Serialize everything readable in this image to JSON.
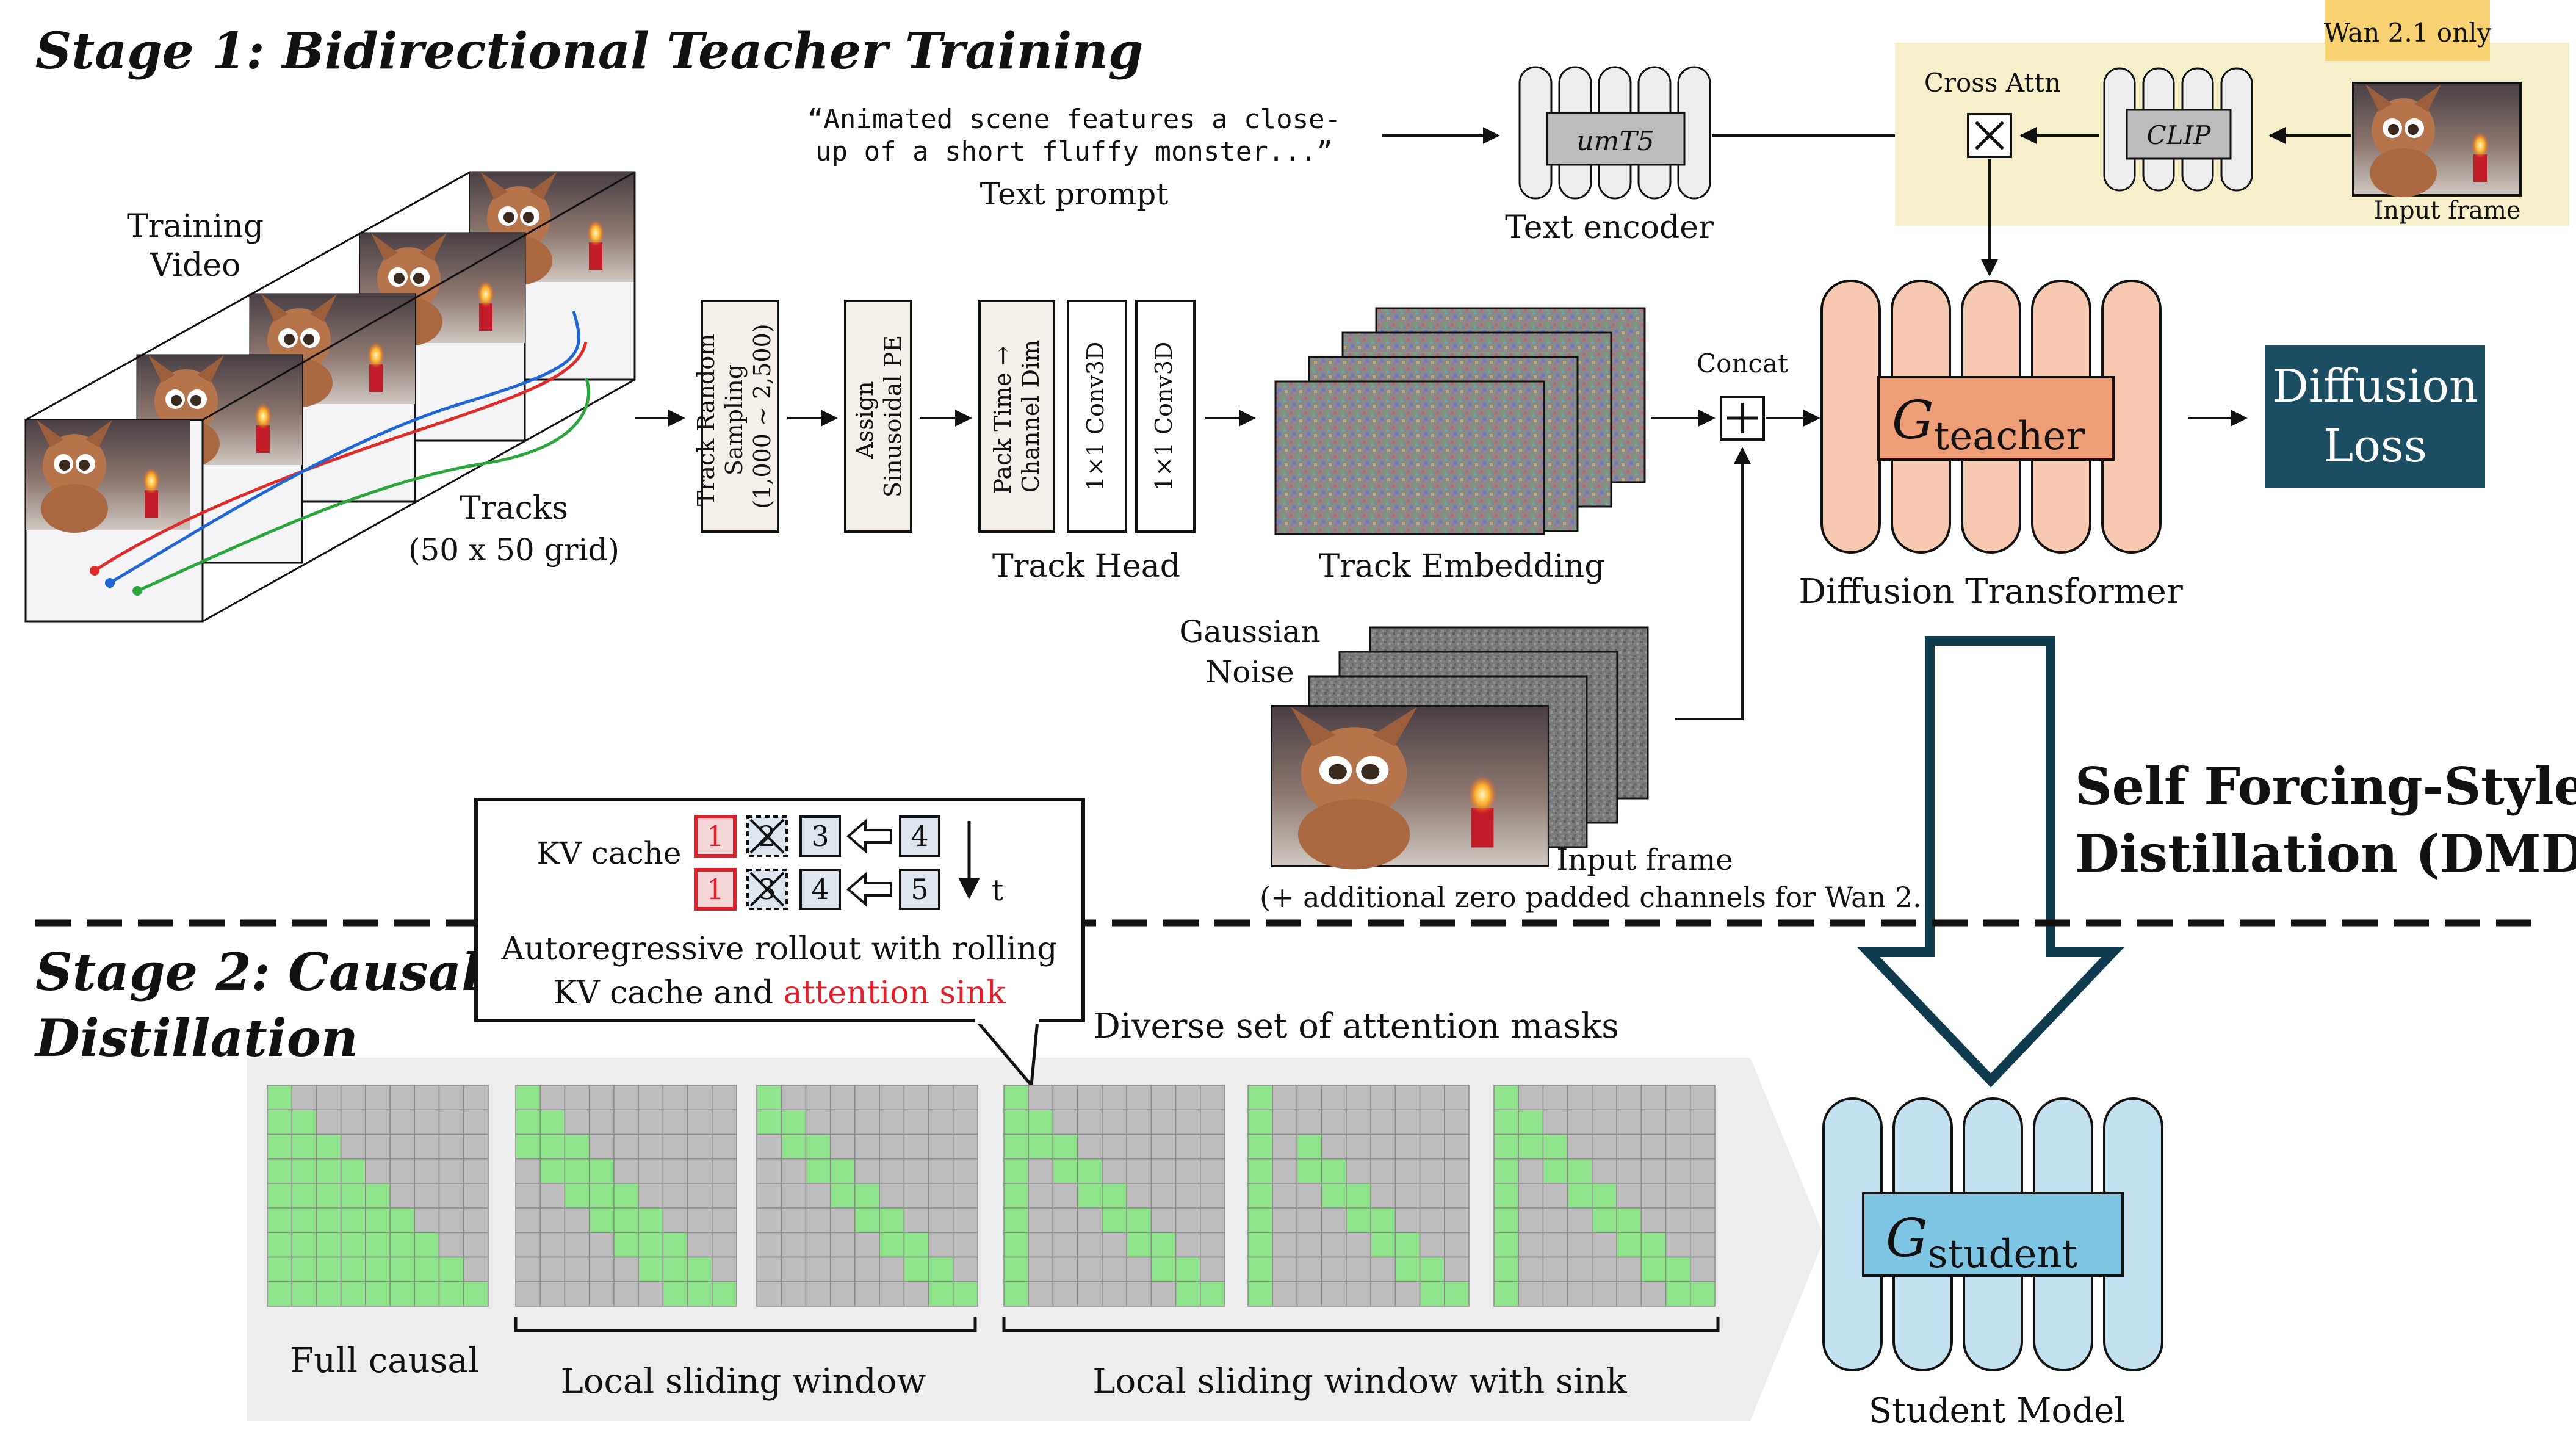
{
  "stage1": {
    "title": "Stage 1: Bidirectional Teacher Training",
    "training_video_label_line1": "Training",
    "training_video_label_line2": "Video",
    "tracks_label_line1": "Tracks",
    "tracks_label_line2": "(50 x 50 grid)",
    "prompt_line1": "“Animated scene features a close-",
    "prompt_line2": "up of a short fluffy monster...”",
    "prompt_caption": "Text prompt",
    "text_encoder_inner": "umT5",
    "text_encoder_caption": "Text encoder",
    "cross_attn_label": "Cross Attn",
    "clip_inner": "CLIP",
    "wan_badge": "Wan 2.1 only",
    "input_frame_small_caption": "Input frame",
    "track_head": {
      "sampling_line1": "Track Random",
      "sampling_line2": "Sampling",
      "sampling_line3": "(1,000 ~ 2,500)",
      "assign_line1": "Assign",
      "assign_line2": "Sinusoidal PE",
      "pack_line1": "Pack Time →",
      "pack_line2": "Channel Dim",
      "conv1": "1×1 Conv3D",
      "conv2": "1×1 Conv3D",
      "caption": "Track Head"
    },
    "track_embedding_caption": "Track Embedding",
    "concat_label": "Concat",
    "gaussian_noise_line1": "Gaussian",
    "gaussian_noise_line2": "Noise",
    "input_frame_caption": "Input frame",
    "input_frame_note": "(+ additional zero padded channels for Wan 2.1)",
    "teacher_base": "G",
    "teacher_sub": "teacher",
    "dit_caption": "Diffusion Transformer",
    "loss_line1": "Diffusion",
    "loss_line2": "Loss"
  },
  "distill": {
    "line1": "Self Forcing-Style",
    "line2": "Distillation (DMD)"
  },
  "stage2": {
    "title_line1": "Stage 2: Causal",
    "title_line2": "Distillation",
    "kv_label": "KV cache",
    "kv_row1": [
      "1",
      "2",
      "3",
      "4"
    ],
    "kv_row2": [
      "1",
      "3",
      "4",
      "5"
    ],
    "time_label": "t",
    "rollout_line1": "Autoregressive rollout with rolling",
    "rollout_line2_prefix": "KV cache and ",
    "rollout_line2_highlight": "attention sink",
    "masks_title": "Diverse set of attention masks",
    "mask_captions": [
      "Full causal",
      "Local sliding window",
      "Local sliding window with sink"
    ],
    "student_base": "G",
    "student_sub": "student",
    "student_caption": "Student Model"
  },
  "colors": {
    "teacher_fill": "#f6c9b0",
    "teacher_core": "#ee9e77",
    "student_fill": "#c4e1f2",
    "student_core": "#7ec5e3",
    "loss_fill": "#1c4e63",
    "mask_green": "#8fe38a",
    "mask_gray": "#bdbdbd",
    "kv_red": "#e0202a",
    "wan_panel": "#f7efca",
    "wan_badge": "#f8d272"
  }
}
